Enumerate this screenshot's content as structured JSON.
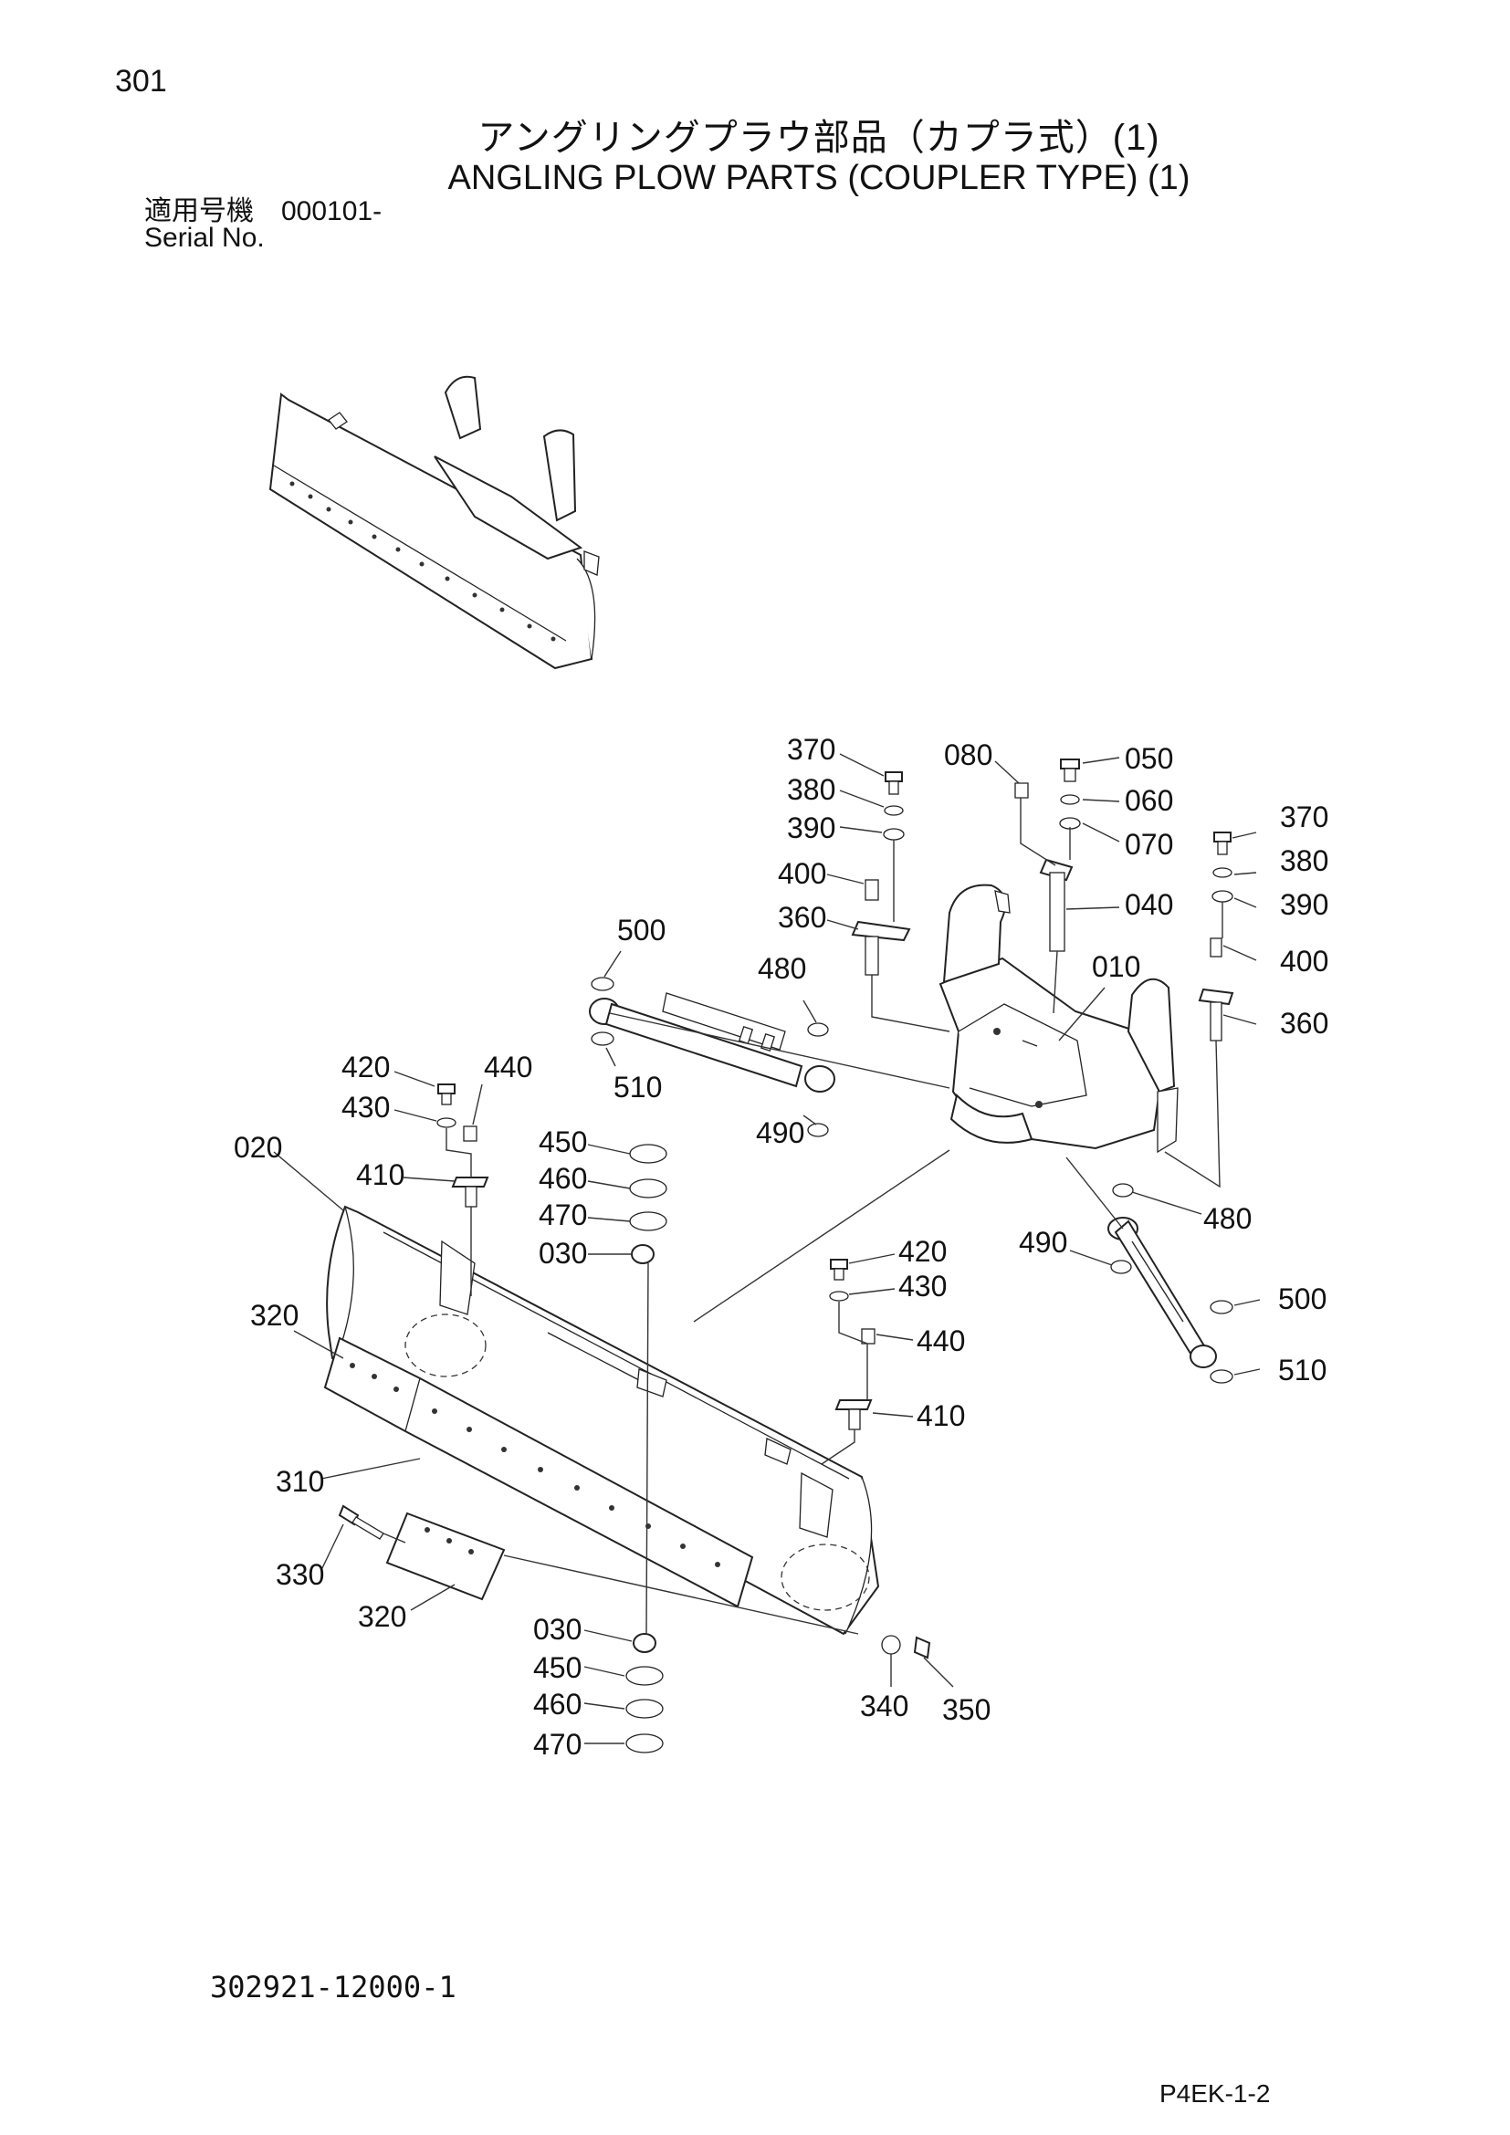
{
  "header": {
    "page_number": "301",
    "title_jp": "アングリングプラウ部品（カプラ式）(1)",
    "title_en": "ANGLING PLOW PARTS (COUPLER TYPE) (1)",
    "serial_label_jp": "適用号機　000101-",
    "serial_label_en": "Serial No."
  },
  "footer": {
    "drawing_code": "302921-12000-1",
    "sheet_code": "P4EK-1-2"
  },
  "callouts": {
    "c370a": "370",
    "c380a": "380",
    "c390a": "390",
    "c400a": "400",
    "c360a": "360",
    "c080": "080",
    "c050": "050",
    "c060": "060",
    "c070": "070",
    "c040": "040",
    "c370b": "370",
    "c380b": "380",
    "c390b": "390",
    "c400b": "400",
    "c360b": "360",
    "c010": "010",
    "c500a": "500",
    "c480a": "480",
    "c510a": "510",
    "c490a": "490",
    "c420a": "420",
    "c440a": "440",
    "c430a": "430",
    "c410a": "410",
    "c020": "020",
    "c450a": "450",
    "c460a": "460",
    "c470a": "470",
    "c030a": "030",
    "c480b": "480",
    "c490b": "490",
    "c500b": "500",
    "c510b": "510",
    "c420b": "420",
    "c430b": "430",
    "c440b": "440",
    "c410b": "410",
    "c320a": "320",
    "c310": "310",
    "c330": "330",
    "c320b": "320",
    "c030b": "030",
    "c450b": "450",
    "c460b": "460",
    "c470b": "470",
    "c340": "340",
    "c350": "350"
  }
}
